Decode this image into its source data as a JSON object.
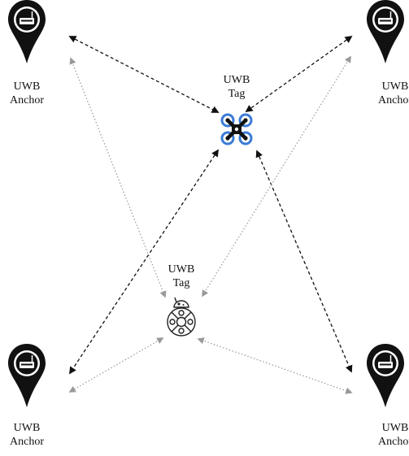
{
  "anchors": [
    {
      "line1": "UWB",
      "line2": "Anchor",
      "icon": "map-pin-router-icon"
    },
    {
      "line1": "UWB",
      "line2": "Anchor",
      "icon": "map-pin-router-icon"
    },
    {
      "line1": "UWB",
      "line2": "Anchor",
      "icon": "map-pin-router-icon"
    },
    {
      "line1": "UWB",
      "line2": "Anchor",
      "icon": "map-pin-router-icon"
    }
  ],
  "tags": [
    {
      "line1": "UWB",
      "line2": "Tag",
      "icon": "drone-icon"
    },
    {
      "line1": "UWB",
      "line2": "Tag",
      "icon": "ground-robot-icon"
    }
  ],
  "links": {
    "drone_to_anchors": {
      "style": "dashed",
      "color": "#111111"
    },
    "robot_to_anchors": {
      "style": "dotted",
      "color": "#999999"
    }
  },
  "colors": {
    "drone_accent": "#3a7bd5",
    "icon_dark": "#111111"
  }
}
